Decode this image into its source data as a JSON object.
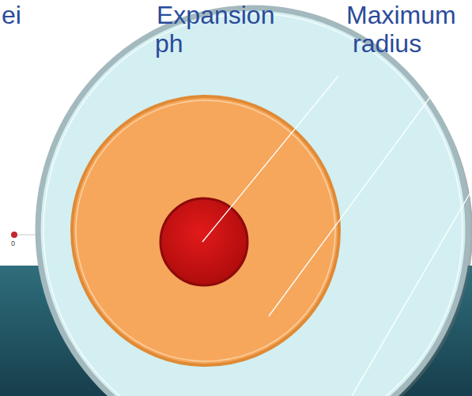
{
  "diagram": {
    "labels": [
      "ei",
      "Expansion",
      "ph",
      "Maximum",
      "radius",
      "0"
    ]
  }
}
